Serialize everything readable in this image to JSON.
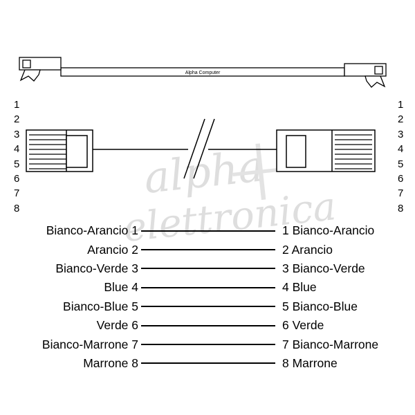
{
  "cable": {
    "label": "Alpha Computer"
  },
  "watermark": {
    "line1": "alpha",
    "plus": "+",
    "line2": "elettronica"
  },
  "pins_left": [
    "1",
    "2",
    "3",
    "4",
    "5",
    "6",
    "7",
    "8"
  ],
  "pins_right": [
    "1",
    "2",
    "3",
    "4",
    "5",
    "6",
    "7",
    "8"
  ],
  "wiring": {
    "rows": [
      {
        "left": "Bianco-Arancio 1",
        "right": "1 Bianco-Arancio"
      },
      {
        "left": "Arancio 2",
        "right": "2 Arancio"
      },
      {
        "left": "Bianco-Verde 3",
        "right": "3 Bianco-Verde"
      },
      {
        "left": "Blue 4",
        "right": "4 Blue"
      },
      {
        "left": "Bianco-Blue 5",
        "right": "5 Bianco-Blue"
      },
      {
        "left": "Verde 6",
        "right": "6 Verde"
      },
      {
        "left": "Bianco-Marrone 7",
        "right": "7 Bianco-Marrone"
      },
      {
        "left": "Marrone 8",
        "right": "8 Marrone"
      }
    ]
  },
  "colors": {
    "background": "#ffffff",
    "line": "#000000",
    "watermark": "#dedede"
  }
}
